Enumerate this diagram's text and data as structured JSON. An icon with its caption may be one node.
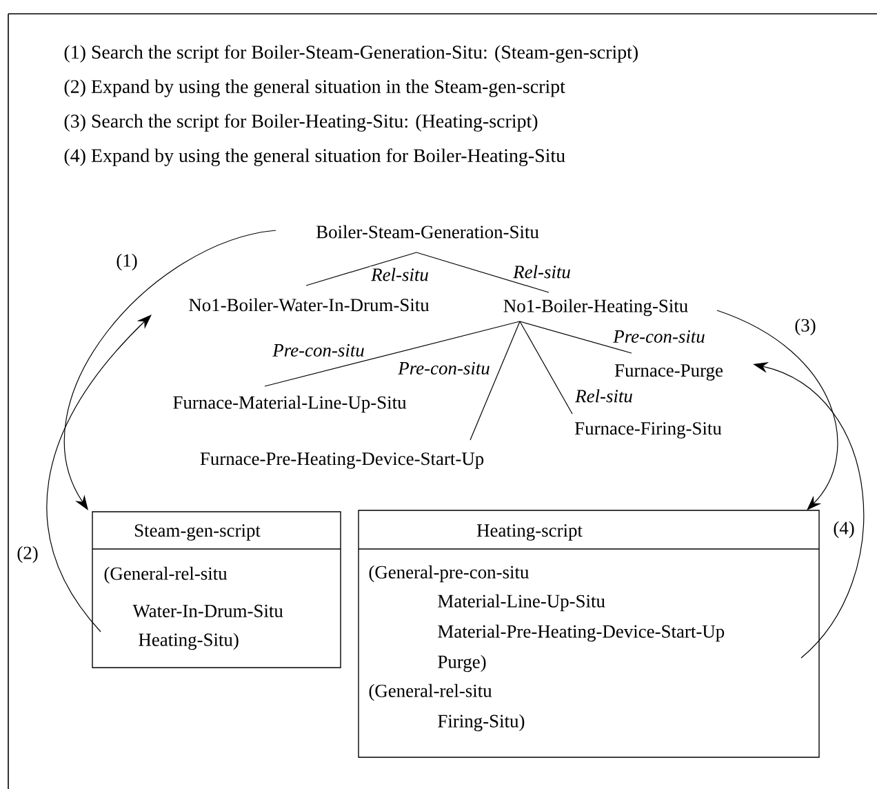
{
  "diagram": {
    "nodes": [
      {
        "text": [
          "Boiler-Steam-Generation-Situ"
        ]
      },
      {
        "text": [
          "No1-Boiler-Water-In-Drum-Situ"
        ]
      },
      {
        "text": [
          "No1-Boiler-Heating-Situ"
        ]
      },
      {
        "text": [
          "Furnace-Material-Line-Up-Situ"
        ]
      },
      {
        "text": [
          "Furnace-Pre-Heating-Device-Start-Up"
        ]
      },
      {
        "text": [
          "Furnace-Purge"
        ]
      },
      {
        "text": [
          "Furnace-Firing-Situ"
        ]
      },
      {
        "text": [
          "Steam-gen-script",
          "(General-rel-situ",
          "Water-In-Drum-Situ",
          "Heating-Situ)"
        ]
      },
      {
        "text": [
          "Heating-script",
          "(General-pre-con-situ",
          "Material-Line-Up-Situ",
          "Material-Pre-Heating-Device-Start-Up",
          "Purge)",
          "(General-rel-situ",
          "Firing-Situ)"
        ]
      }
    ],
    "edges": [
      {
        "from": 0,
        "to": 1,
        "arrow": "none",
        "label": "Rel-situ"
      },
      {
        "from": 0,
        "to": 2,
        "arrow": "none",
        "label": "Rel-situ"
      },
      {
        "from": 2,
        "to": 3,
        "arrow": "none",
        "label": "Pre-con-situ"
      },
      {
        "from": 2,
        "to": 4,
        "arrow": "none",
        "label": "Pre-con-situ"
      },
      {
        "from": 2,
        "to": 5,
        "arrow": "none",
        "label": "Pre-con-situ"
      },
      {
        "from": 2,
        "to": 6,
        "arrow": "none",
        "label": "Rel-situ"
      },
      {
        "from": 0,
        "to": 7,
        "arrow": "to",
        "label": "(1)"
      },
      {
        "from": 7,
        "to": 1,
        "arrow": "to",
        "label": "(2)"
      },
      {
        "from": 2,
        "to": 8,
        "arrow": "to",
        "label": "(3)"
      },
      {
        "from": 8,
        "to": 5,
        "arrow": "to",
        "label": "(4)"
      }
    ],
    "labels": [
      "(1) Search the script for Boiler-Steam-Generation-Situ: (Steam-gen-script)",
      "(2) Expand by using the general situation in the Steam-gen-script",
      "(3) Search the script for Boiler-Heating-Situ: (Heating-script)",
      "(4) Expand by using the general situation for Boiler-Heating-Situ"
    ]
  }
}
